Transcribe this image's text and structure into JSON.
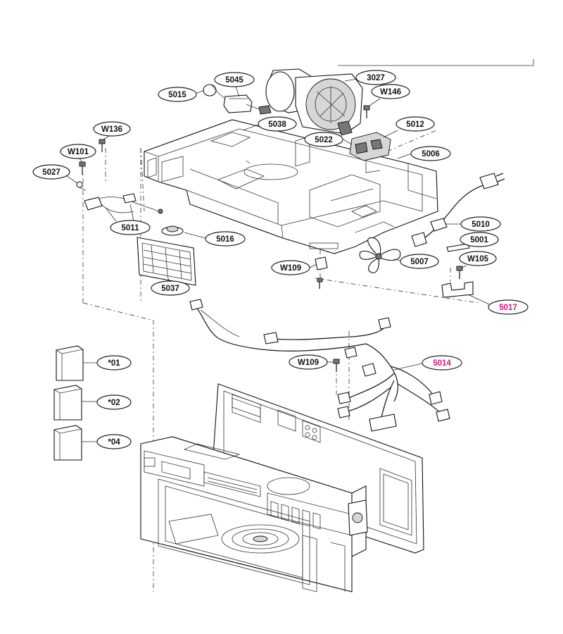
{
  "labels": {
    "l3027": "3027",
    "l5045": "5045",
    "l5015": "5015",
    "lW146": "W146",
    "l5012": "5012",
    "l5038": "5038",
    "l5022": "5022",
    "lW136": "W136",
    "lW101": "W101",
    "l5027": "5027",
    "l5006": "5006",
    "l5011": "5011",
    "l5016": "5016",
    "l5010": "5010",
    "l5001": "5001",
    "l5007": "5007",
    "lW105": "W105",
    "lW109a": "W109",
    "l5037": "5037",
    "l5017": "5017",
    "lW109b": "W109",
    "l5014": "5014",
    "l01": "*01",
    "l02": "*02",
    "l04": "*04"
  },
  "colors": {
    "ink": "#111111",
    "highlight": "#e0137f",
    "background": "#ffffff"
  }
}
